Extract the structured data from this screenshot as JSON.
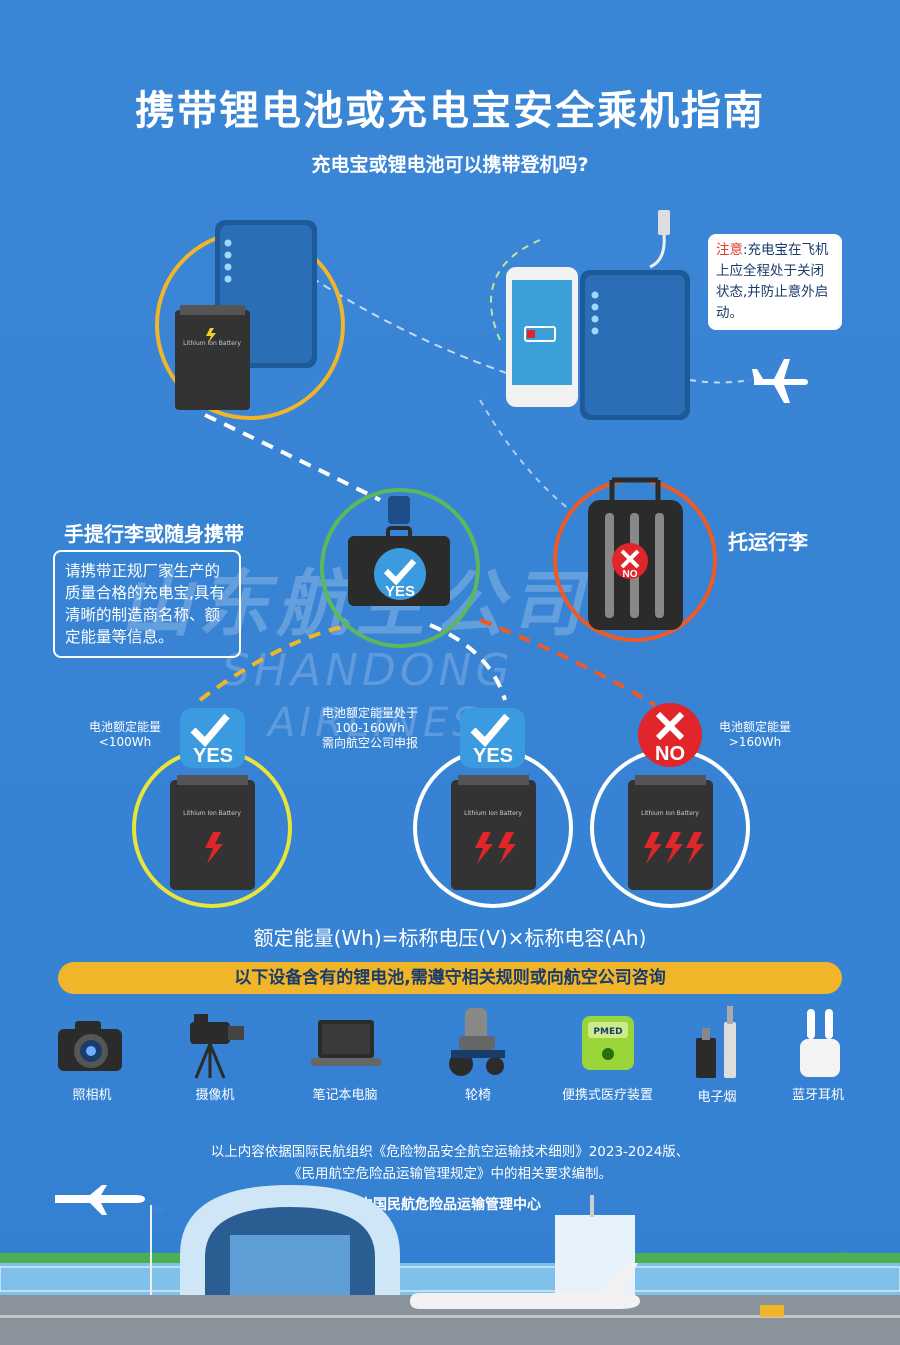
{
  "title": "携带锂电池或充电宝安全乘机指南",
  "subtitle": "充电宝或锂电池可以携带登机吗?",
  "note": {
    "highlight": "注意",
    "text": ":充电宝在飞机上应全程处于关闭状态,并防止意外启动。"
  },
  "carry_on": {
    "label": "手提行李或随身携带",
    "description": "请携带正规厂家生产的质量合格的充电宝,具有清晰的制造商名称、额定能量等信息。",
    "badge": "YES"
  },
  "checked": {
    "label": "托运行李",
    "badge": "NO"
  },
  "battery_label": "Lithium Ion Battery",
  "categories": [
    {
      "line1": "电池额定能量",
      "line2": "<100Wh",
      "badge": "YES",
      "color": "#e8e53a"
    },
    {
      "line1": "电池额定能量处于",
      "line2": "100-160Wh",
      "line3": "需向航空公司申报",
      "badge": "YES",
      "color": "#ffffff"
    },
    {
      "line1": "电池额定能量",
      "line2": ">160Wh",
      "badge": "NO",
      "color": "#ffffff"
    }
  ],
  "formula": "额定能量(Wh)=标称电压(V)×标称电容(Ah)",
  "banner": "以下设备含有的锂电池,需遵守相关规则或向航空公司咨询",
  "devices": [
    {
      "label": "照相机",
      "icon": "camera-icon"
    },
    {
      "label": "摄像机",
      "icon": "video-camera-icon"
    },
    {
      "label": "笔记本电脑",
      "icon": "laptop-icon"
    },
    {
      "label": "轮椅",
      "icon": "wheelchair-icon"
    },
    {
      "label": "便携式医疗装置",
      "icon": "medical-device-icon"
    },
    {
      "label": "电子烟",
      "icon": "e-cigarette-icon"
    },
    {
      "label": "蓝牙耳机",
      "icon": "earbuds-icon"
    }
  ],
  "aed_label": "PMED",
  "footer": {
    "line1": "以上内容依据国际民航组织《危险物品安全航空运输技术细则》2023-2024版、",
    "line2": "《民用航空危险品运输管理规定》中的相关要求编制。",
    "org": "中国民航危险品运输管理中心"
  },
  "watermark": {
    "cn": "山东航空公司",
    "en1": "SHANDONG",
    "en2": "AIRLINES"
  },
  "colors": {
    "background": "#3a84d4",
    "yellow": "#f0b529",
    "green": "#5cb85c",
    "orange": "#ef5a24",
    "red": "#e0262a"
  }
}
